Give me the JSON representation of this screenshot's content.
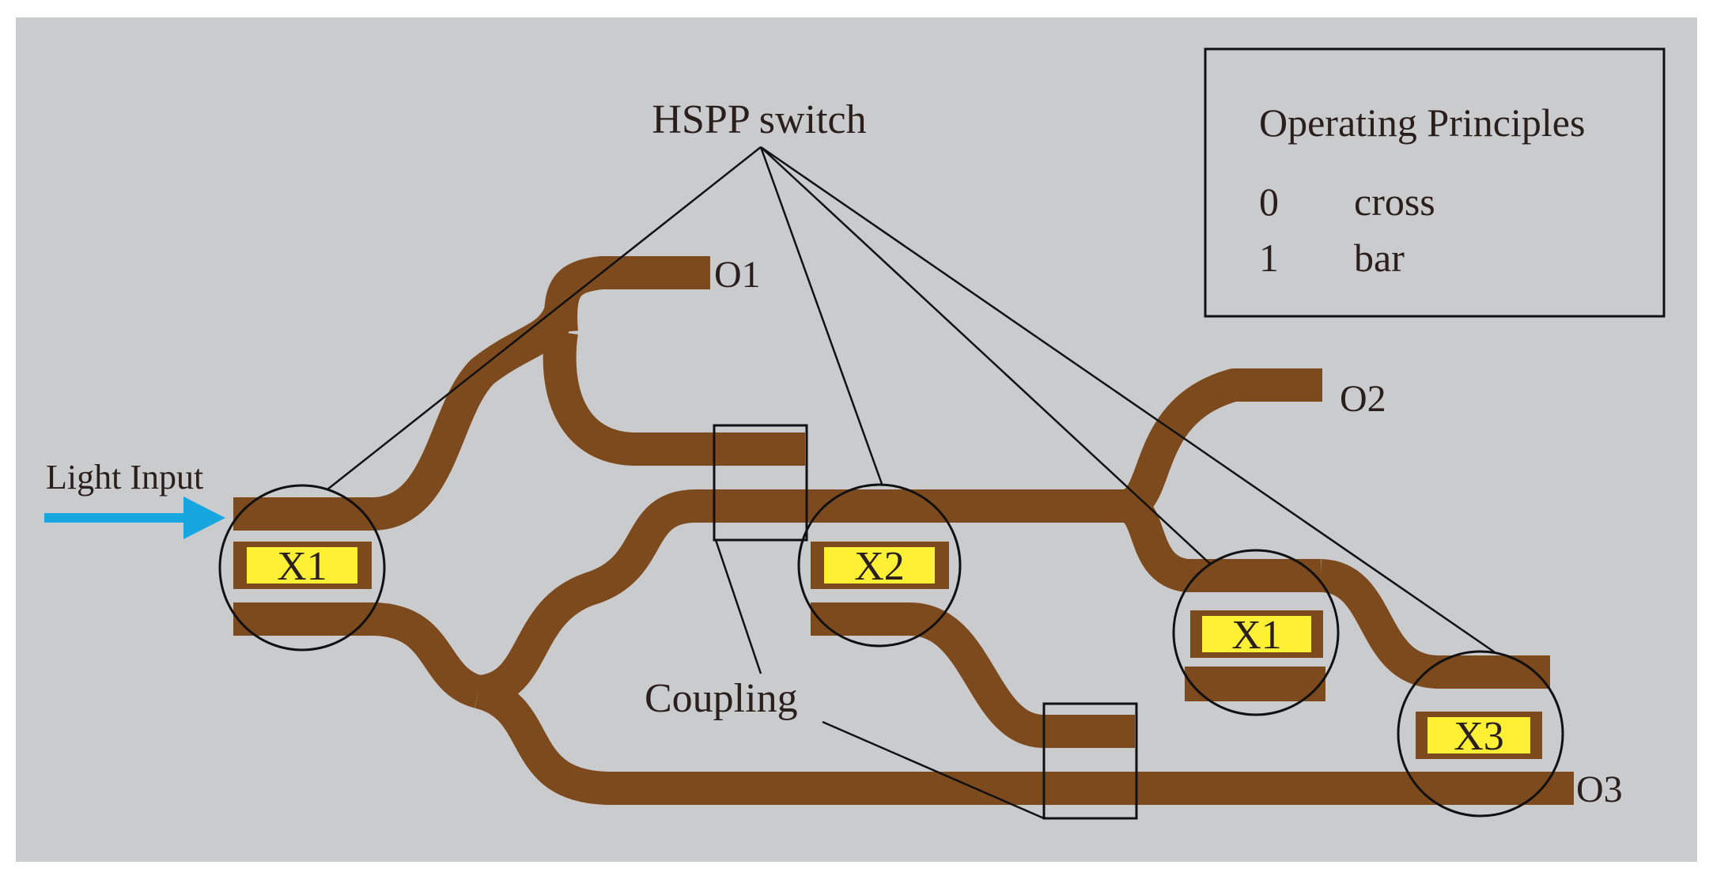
{
  "labels": {
    "hspp_switch": "HSPP switch",
    "light_input": "Light Input",
    "coupling": "Coupling",
    "outputs": [
      "O1",
      "O2",
      "O3"
    ]
  },
  "switches": [
    "X1",
    "X2",
    "X1",
    "X3"
  ],
  "legend": {
    "title": "Operating Principles",
    "rows": [
      {
        "state": "0",
        "meaning": "cross"
      },
      {
        "state": "1",
        "meaning": "bar"
      }
    ]
  },
  "colors": {
    "background": "#cacbcd",
    "waveguide": "#7d4a1e",
    "switch_fill": "#fef035",
    "arrow": "#16a7e0"
  }
}
